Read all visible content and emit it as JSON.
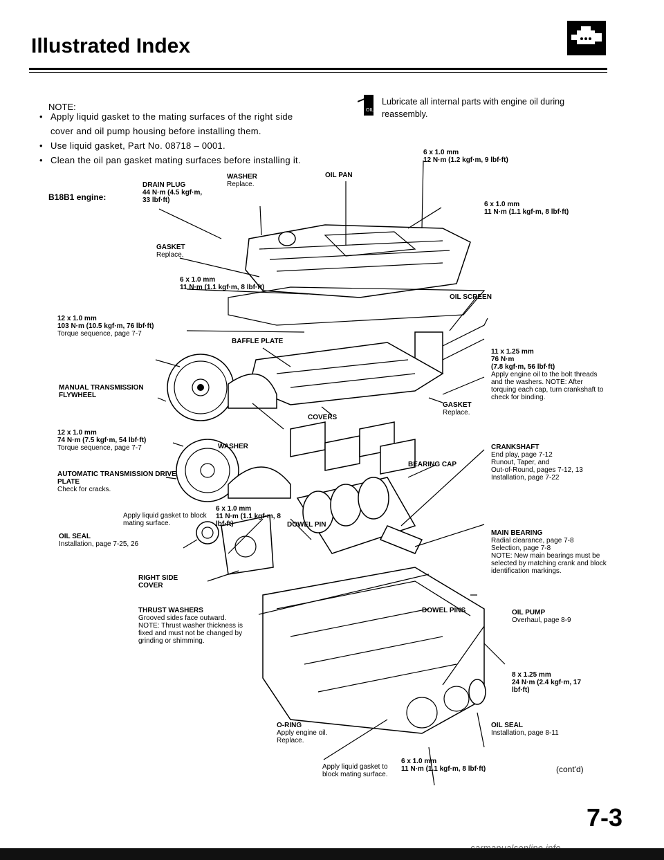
{
  "header": {
    "title": "Illustrated Index",
    "page_number": "7-3",
    "continued": "(cont'd)"
  },
  "note": {
    "heading": "NOTE:",
    "items": [
      "Apply liquid gasket to the mating surfaces of the right side cover and oil pump housing before installing them.",
      "Use liquid gasket, Part No. 08718 – 0001.",
      "Clean the oil pan gasket mating surfaces before installing it."
    ]
  },
  "lube_note": "Lubricate all internal parts with engine oil during reassembly.",
  "engine": "B18B1 engine:",
  "labels": {
    "drain_plug": {
      "name": "DRAIN PLUG",
      "spec": "44 N·m (4.5 kgf·m, 33 lbf·ft)"
    },
    "washer_top": {
      "name": "WASHER",
      "note": "Replace."
    },
    "gasket_pan": {
      "name": "GASKET",
      "note": "Replace."
    },
    "pan_bolt_top": {
      "size": "6 x 1.0 mm",
      "spec": "12 N·m (1.2 kgf·m, 9 lbf·ft)"
    },
    "oil_pan": "OIL PAN",
    "screen_bolt": {
      "size": "6 x 1.0 mm",
      "spec": "11 N·m (1.1 kgf·m, 8 lbf·ft)"
    },
    "pan_bolt_side": {
      "size": "6 x 1.0 mm",
      "spec": "11 N·m (1.1 kgf·m, 8 lbf·ft)"
    },
    "oil_screen": "OIL SCREEN",
    "flywheel_bolt": {
      "size": "12 x 1.0 mm",
      "spec": "103 N·m (10.5 kgf·m, 76 lbf·ft)",
      "note": "Torque sequence, page 7-7"
    },
    "baffle_plate": "BAFFLE PLATE",
    "manual_flywheel": "MANUAL TRANSMISSION FLYWHEEL",
    "cap_bolt": {
      "size": "11 x 1.25 mm",
      "spec1": "76 N·m",
      "spec2": "(7.8 kgf·m, 56 lbf·ft)",
      "note": "Apply engine oil to the bolt threads and the washers. NOTE: After torquing each cap, turn crankshaft to check for binding."
    },
    "drive_plate_bolt": {
      "size": "12 x 1.0 mm",
      "spec": "74 N·m (7.5 kgf·m, 54 lbf·ft)",
      "note": "Torque sequence, page 7-7"
    },
    "washer_mid": "WASHER",
    "covers": "COVERS",
    "gasket_cap": {
      "name": "GASKET",
      "note": "Replace."
    },
    "bearing_cap": "BEARING CAP",
    "crankshaft": {
      "name": "CRANKSHAFT",
      "lines": [
        "End play, page 7-12",
        "Runout, Taper, and",
        "Out-of-Round, pages 7-12, 13",
        "Installation, page 7-22"
      ]
    },
    "drive_plate": {
      "name": "AUTOMATIC TRANSMISSION DRIVE PLATE",
      "note": "Check for cracks."
    },
    "cover_bolt": {
      "size": "6 x 1.0 mm",
      "spec": "11 N·m (1.1 kgf·m, 8 lbf·ft)"
    },
    "liquid_gasket_1": "Apply liquid gasket to block mating surface.",
    "main_bearing": {
      "name": "MAIN BEARING",
      "lines": [
        "Radial clearance, page 7-8",
        "Selection, page 7-8",
        "NOTE: New main bearings must be selected by matching crank and block identification markings."
      ]
    },
    "dowel_pin": "DOWEL PIN",
    "oil_seal_1": {
      "name": "OIL SEAL",
      "note": "Installation, page 7-25, 26"
    },
    "right_side_cover": "RIGHT SIDE COVER",
    "dowel_pins": "DOWEL PINS",
    "thrust_washers": {
      "name": "THRUST WASHERS",
      "lines": [
        "Grooved sides face outward.",
        "NOTE: Thrust washer thickness is fixed and must not be changed by grinding or shimming."
      ]
    },
    "oil_pump": {
      "name": "OIL PUMP",
      "note": "Overhaul, page 8-9"
    },
    "pump_bolt": {
      "size": "8 x 1.25 mm",
      "spec": "24 N·m (2.4 kgf·m, 17 lbf·ft)"
    },
    "o_ring": {
      "name": "O-RING",
      "note": "Apply engine oil. Replace."
    },
    "oil_seal_2": {
      "name": "OIL SEAL",
      "note": "Installation, page 8-11"
    },
    "liquid_gasket_2": "Apply liquid gasket to block mating surface.",
    "pump_bolt_small": {
      "size": "6 x 1.0 mm",
      "spec": "11 N·m (1.1 kgf·m, 8 lbf·ft)"
    }
  },
  "watermark": "carmanualsonline.info"
}
